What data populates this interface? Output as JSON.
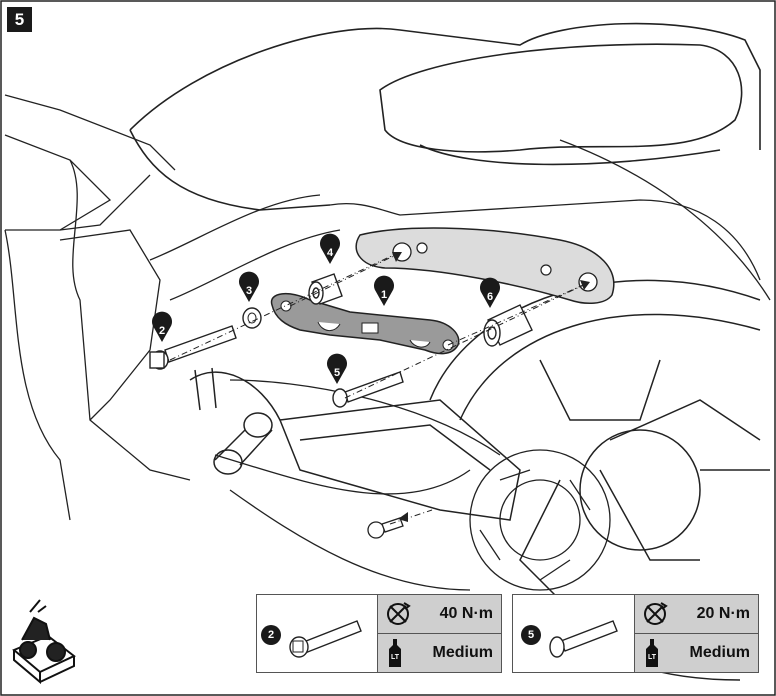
{
  "step": {
    "number": "5"
  },
  "callouts": [
    "1",
    "2",
    "3",
    "4",
    "5",
    "6"
  ],
  "torque_boxes": [
    {
      "part": "2",
      "torque": "40 N·m",
      "threadlock": "Medium",
      "threadlock_icon_label": "LT"
    },
    {
      "part": "5",
      "torque": "20 N·m",
      "threadlock": "Medium",
      "threadlock_icon_label": "LT"
    }
  ],
  "icons": [
    "torque-wrench-icon",
    "threadlock-bottle-icon",
    "motorcycle-stand-icon"
  ]
}
